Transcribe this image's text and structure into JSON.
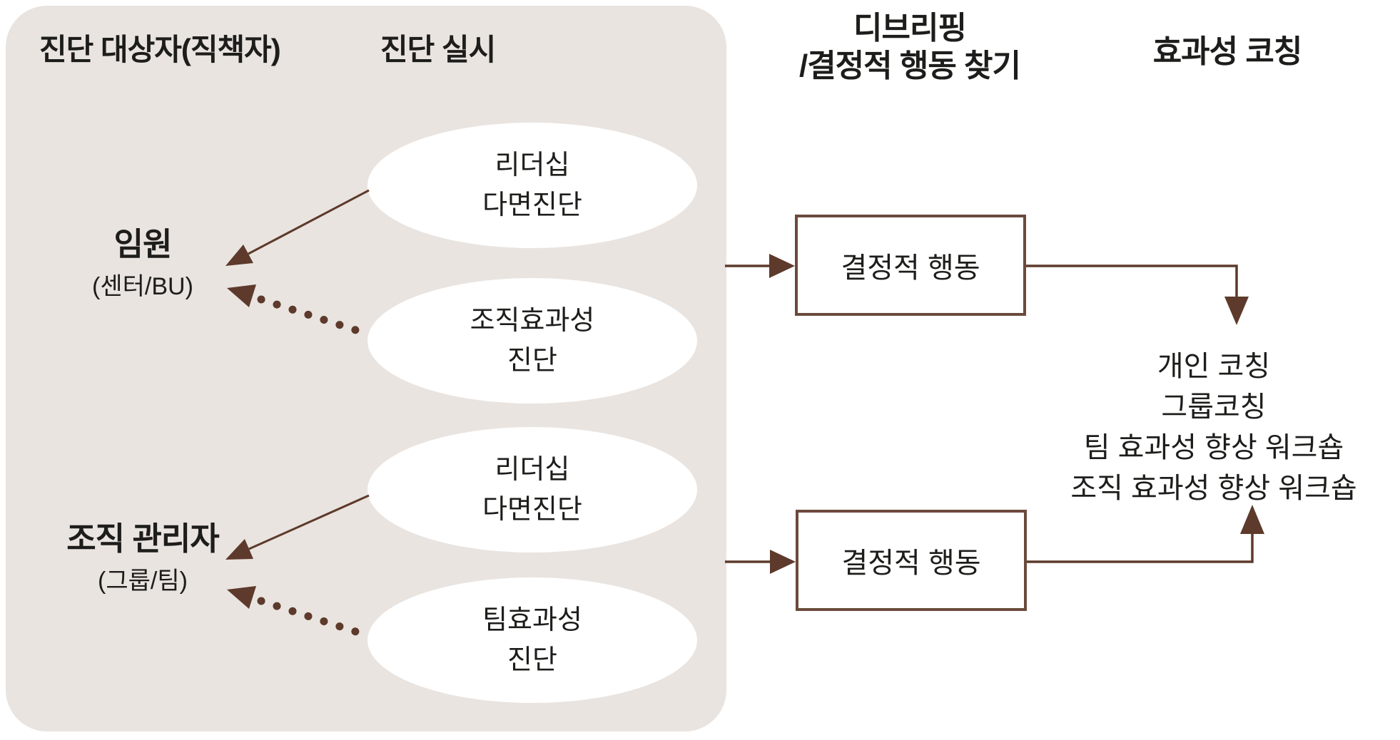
{
  "colors": {
    "panel_bg": "#e9e4e0",
    "arrow_brown": "#5d3a2b",
    "box_border_brown": "#6b4a3c",
    "text": "#1d1d1b",
    "shape_fill": "#ffffff"
  },
  "panel": {
    "header_left": "진단 대상자(직책자)",
    "header_right": "진단 실시",
    "groups": [
      {
        "name": "임원",
        "sub": "(센터/BU)",
        "assessments": [
          {
            "line1": "리더십",
            "line2": "다면진단",
            "link_style": "solid-arrow"
          },
          {
            "line1": "조직효과성",
            "line2": "진단",
            "link_style": "dotted-arrow"
          }
        ]
      },
      {
        "name": "조직 관리자",
        "sub": "(그룹/팀)",
        "assessments": [
          {
            "line1": "리더십",
            "line2": "다면진단",
            "link_style": "solid-arrow"
          },
          {
            "line1": "팀효과성",
            "line2": "진단",
            "link_style": "dotted-arrow"
          }
        ]
      }
    ]
  },
  "debrief": {
    "header_line1": "디브리핑",
    "header_line2": "/결정적 행동 찾기",
    "boxes": [
      {
        "label": "결정적 행동"
      },
      {
        "label": "결정적 행동"
      }
    ]
  },
  "coaching": {
    "header": "효과성 코칭",
    "items": [
      "개인 코칭",
      "그룹코칭",
      "팀 효과성 향상 워크숍",
      "조직 효과성 향상 워크숍"
    ]
  }
}
